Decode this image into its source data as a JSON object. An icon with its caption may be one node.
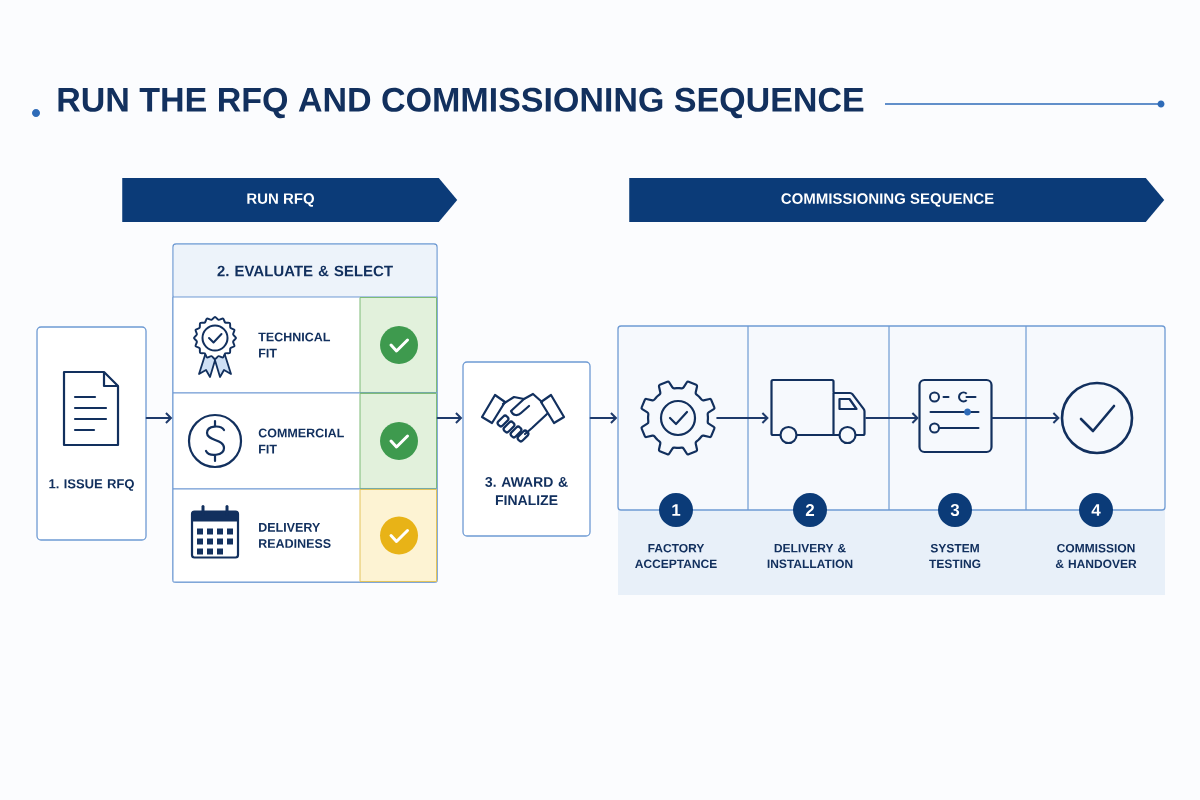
{
  "diagram": {
    "title": "RUN THE RFQ AND COMMISSIONING SEQUENCE",
    "nodes": [
      {
        "text": [
          "RUN RFQ"
        ]
      },
      {
        "text": [
          "COMMISSIONING SEQUENCE"
        ]
      },
      {
        "text": [
          "1. ISSUE RFQ"
        ]
      },
      {
        "text": [
          "2. EVALUATE & SELECT"
        ]
      },
      {
        "text": [
          "TECHNICAL FIT"
        ],
        "in": 3
      },
      {
        "text": [
          "COMMERCIAL FIT"
        ],
        "in": 3
      },
      {
        "text": [
          "DELIVERY READINESS"
        ],
        "in": 3
      },
      {
        "text": [
          "3. AWARD & FINALIZE"
        ]
      },
      {
        "text": [],
        "shape": "box"
      },
      {
        "text": [],
        "shape": "picture",
        "in": 8,
        "beside": [
          "1",
          "FACTORY ACCEPTANCE"
        ]
      },
      {
        "text": [],
        "shape": "picture",
        "in": 8,
        "beside": [
          "2",
          "DELIVERY & INSTALLATION"
        ]
      },
      {
        "text": [],
        "shape": "picture",
        "in": 8,
        "beside": [
          "3",
          "SYSTEM TESTING"
        ]
      },
      {
        "text": [],
        "shape": "picture",
        "in": 8,
        "beside": [
          "4",
          "COMMISSION & HANDOVER"
        ]
      }
    ],
    "edges": [
      {
        "from": 2,
        "to": 3,
        "arrow": "to"
      },
      {
        "from": 3,
        "to": 7,
        "arrow": "to"
      },
      {
        "from": 7,
        "to": 8,
        "arrow": "to"
      },
      {
        "from": 9,
        "to": 10,
        "arrow": "to"
      },
      {
        "from": 10,
        "to": 11,
        "arrow": "to"
      },
      {
        "from": 11,
        "to": 12,
        "arrow": "to"
      }
    ]
  }
}
